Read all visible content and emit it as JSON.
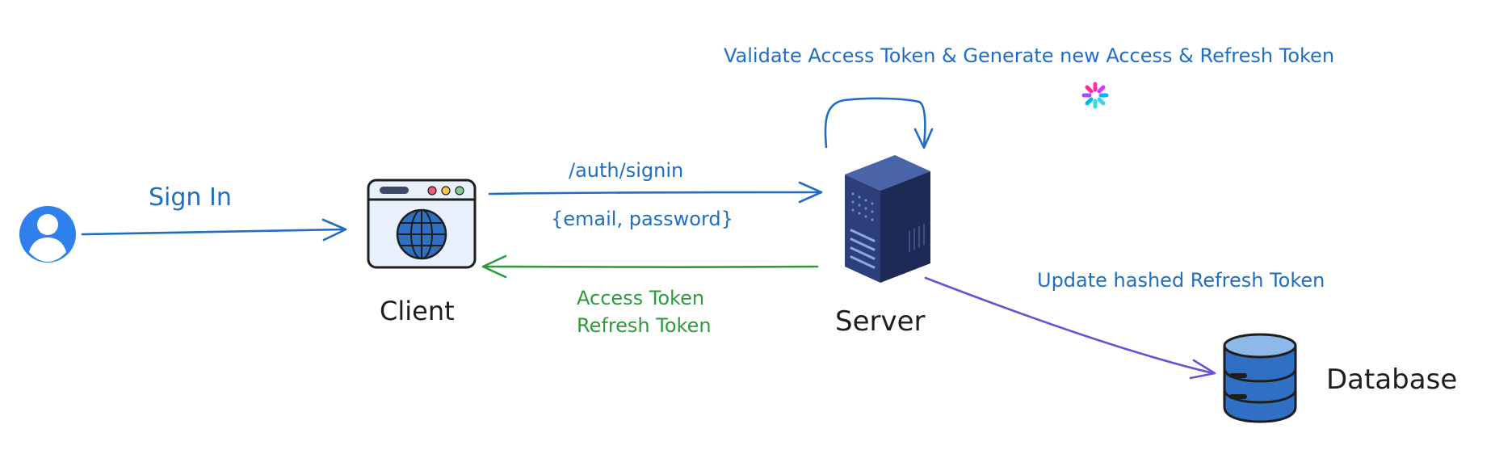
{
  "colors": {
    "blue": "#1f6ec4",
    "green": "#2e9a3e",
    "purple": "#6a4fd8",
    "dark": "#1e1e1e",
    "server_navy": "#2c3f7a",
    "client_frame": "#5b8fcf",
    "db_blue": "#2f6fc4"
  },
  "icons": {
    "user": "user-avatar-icon",
    "client": "browser-globe-icon",
    "server": "server-rack-icon",
    "database": "database-cylinder-icon",
    "jwt": "jwt-logo-icon"
  },
  "nodes": {
    "client": "Client",
    "server": "Server",
    "database": "Database"
  },
  "edges": {
    "sign_in": "Sign In",
    "signin_route": "/auth/signin",
    "signin_body": "{email, password}",
    "response_line1": "Access Token",
    "response_line2": "Refresh Token",
    "validate": "Validate Access Token & Generate new Access & Refresh Token",
    "update_db": "Update hashed Refresh Token"
  }
}
